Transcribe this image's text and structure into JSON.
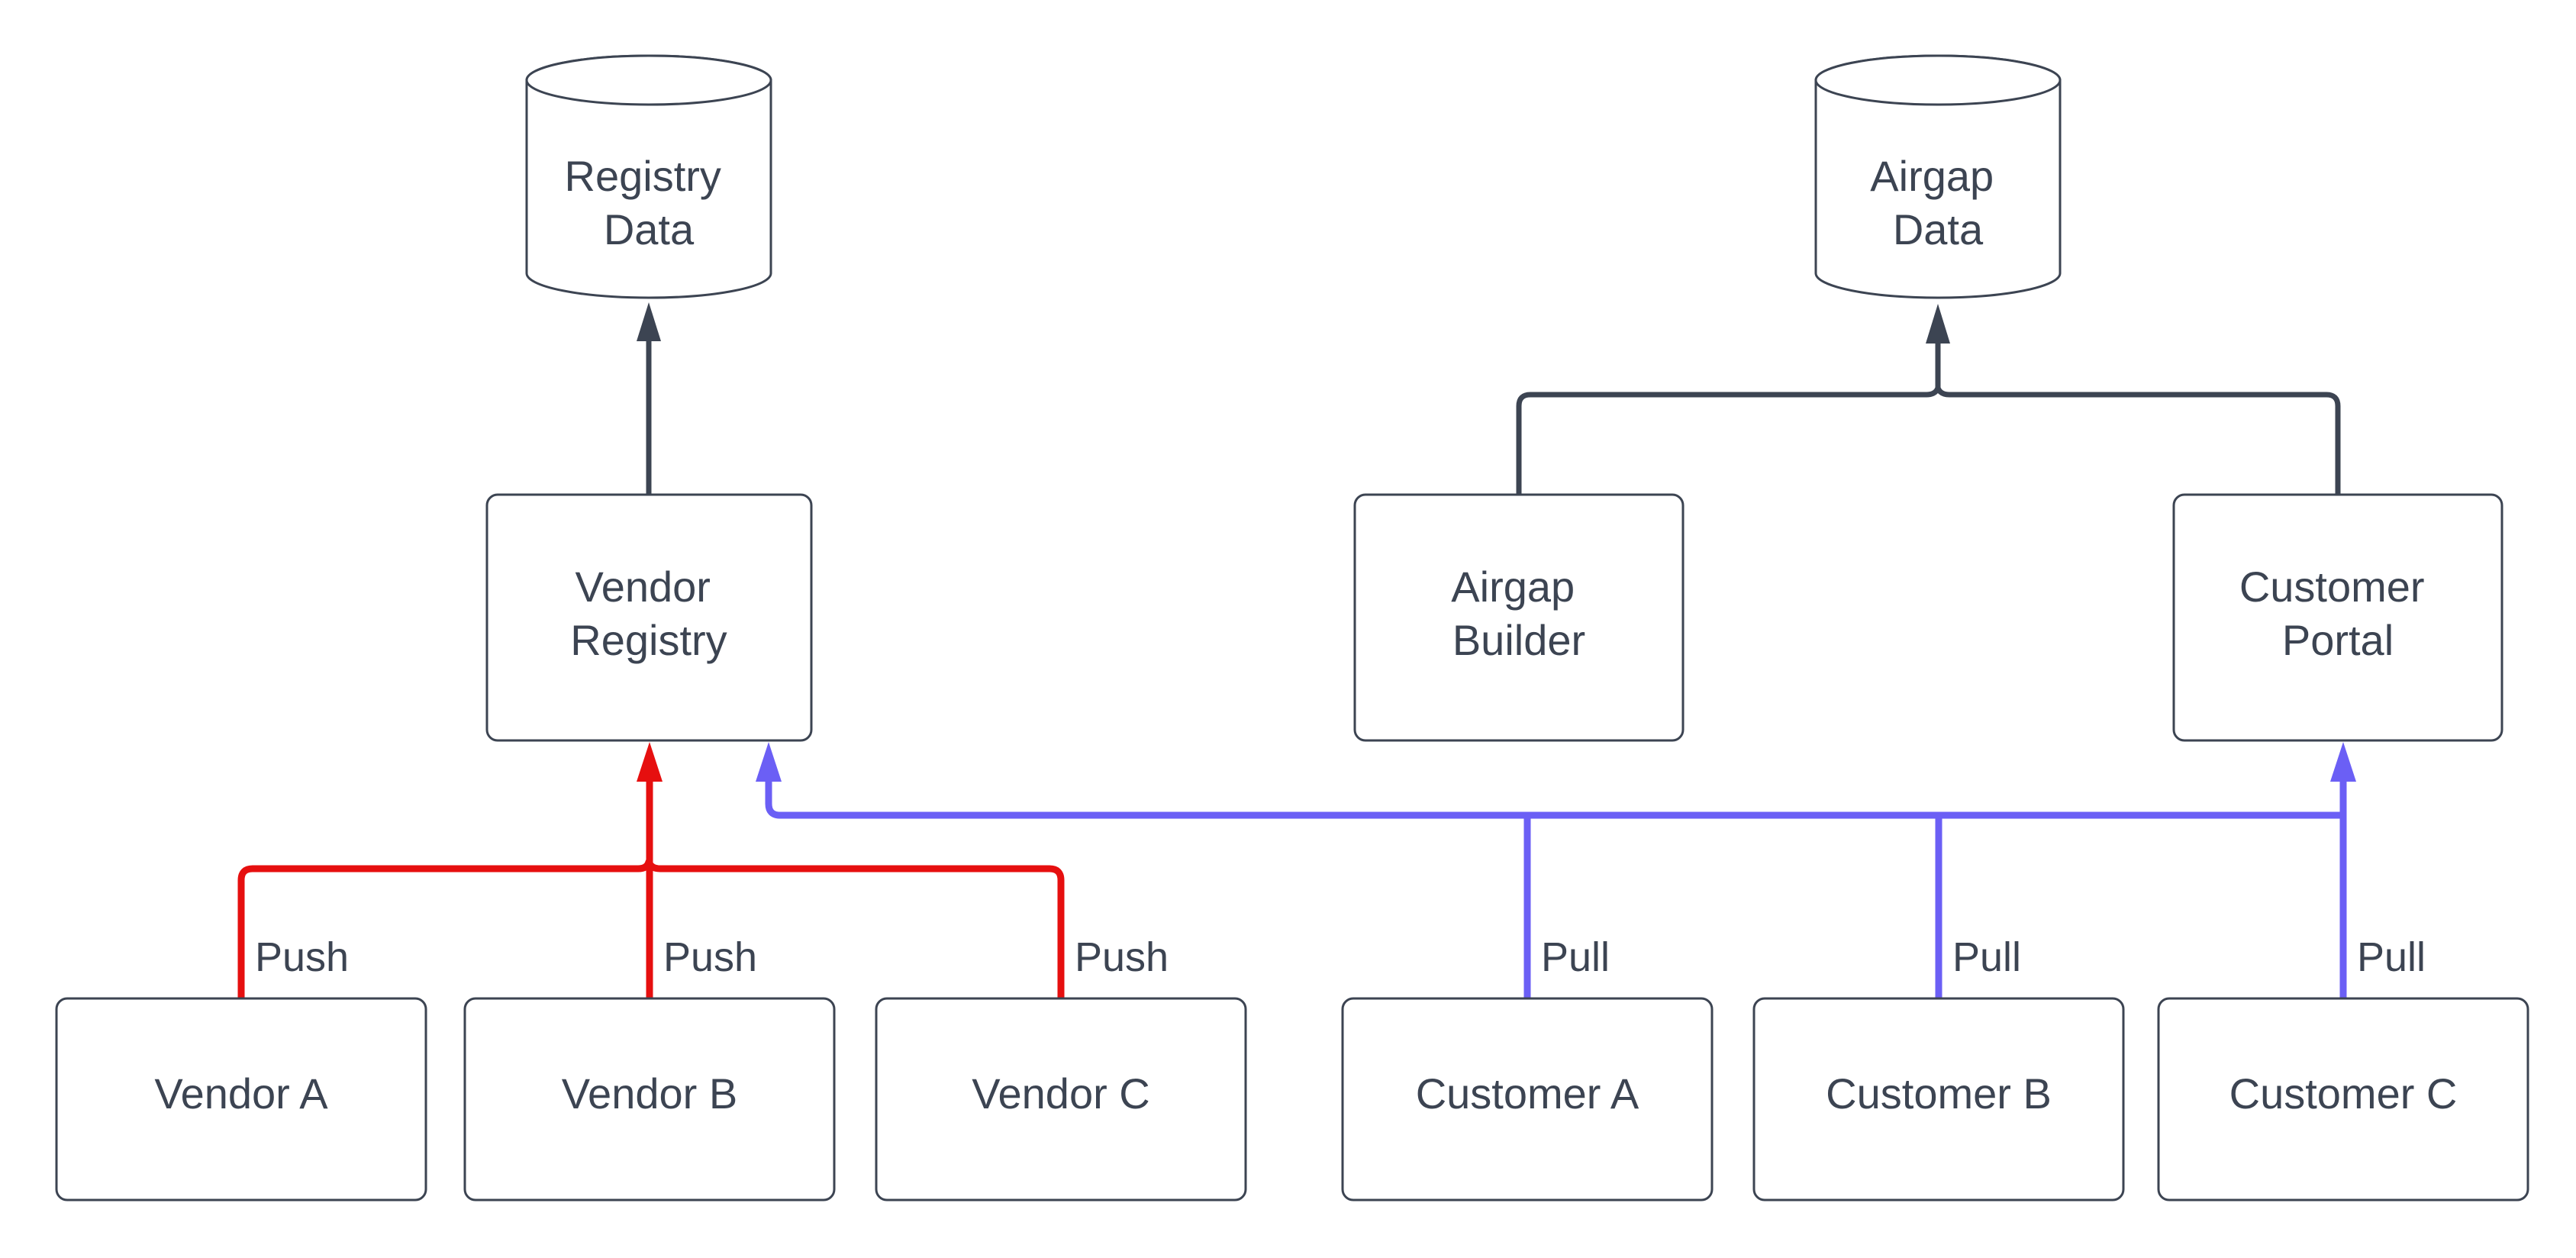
{
  "diagram": {
    "databases": [
      {
        "id": "registry-data",
        "type": "database-cylinder",
        "lines": [
          "Registry",
          "Data"
        ]
      },
      {
        "id": "airgap-data",
        "type": "database-cylinder",
        "lines": [
          "Airgap",
          "Data"
        ]
      }
    ],
    "services": [
      {
        "id": "vendor-registry",
        "type": "process-box",
        "lines": [
          "Vendor",
          "Registry"
        ]
      },
      {
        "id": "airgap-builder",
        "type": "process-box",
        "lines": [
          "Airgap",
          "Builder"
        ]
      },
      {
        "id": "customer-portal",
        "type": "process-box",
        "lines": [
          "Customer",
          "Portal"
        ]
      }
    ],
    "clients": [
      {
        "id": "vendor-a",
        "label": "Vendor A"
      },
      {
        "id": "vendor-b",
        "label": "Vendor B"
      },
      {
        "id": "vendor-c",
        "label": "Vendor C"
      },
      {
        "id": "customer-a",
        "label": "Customer A"
      },
      {
        "id": "customer-b",
        "label": "Customer B"
      },
      {
        "id": "customer-c",
        "label": "Customer C"
      }
    ],
    "edge_labels": {
      "push": "Push",
      "pull": "Pull"
    },
    "colors": {
      "ink": "#3c4452",
      "push_red": "#e60f0f",
      "pull_blue": "#6b5ff5",
      "background": "#ffffff"
    }
  }
}
